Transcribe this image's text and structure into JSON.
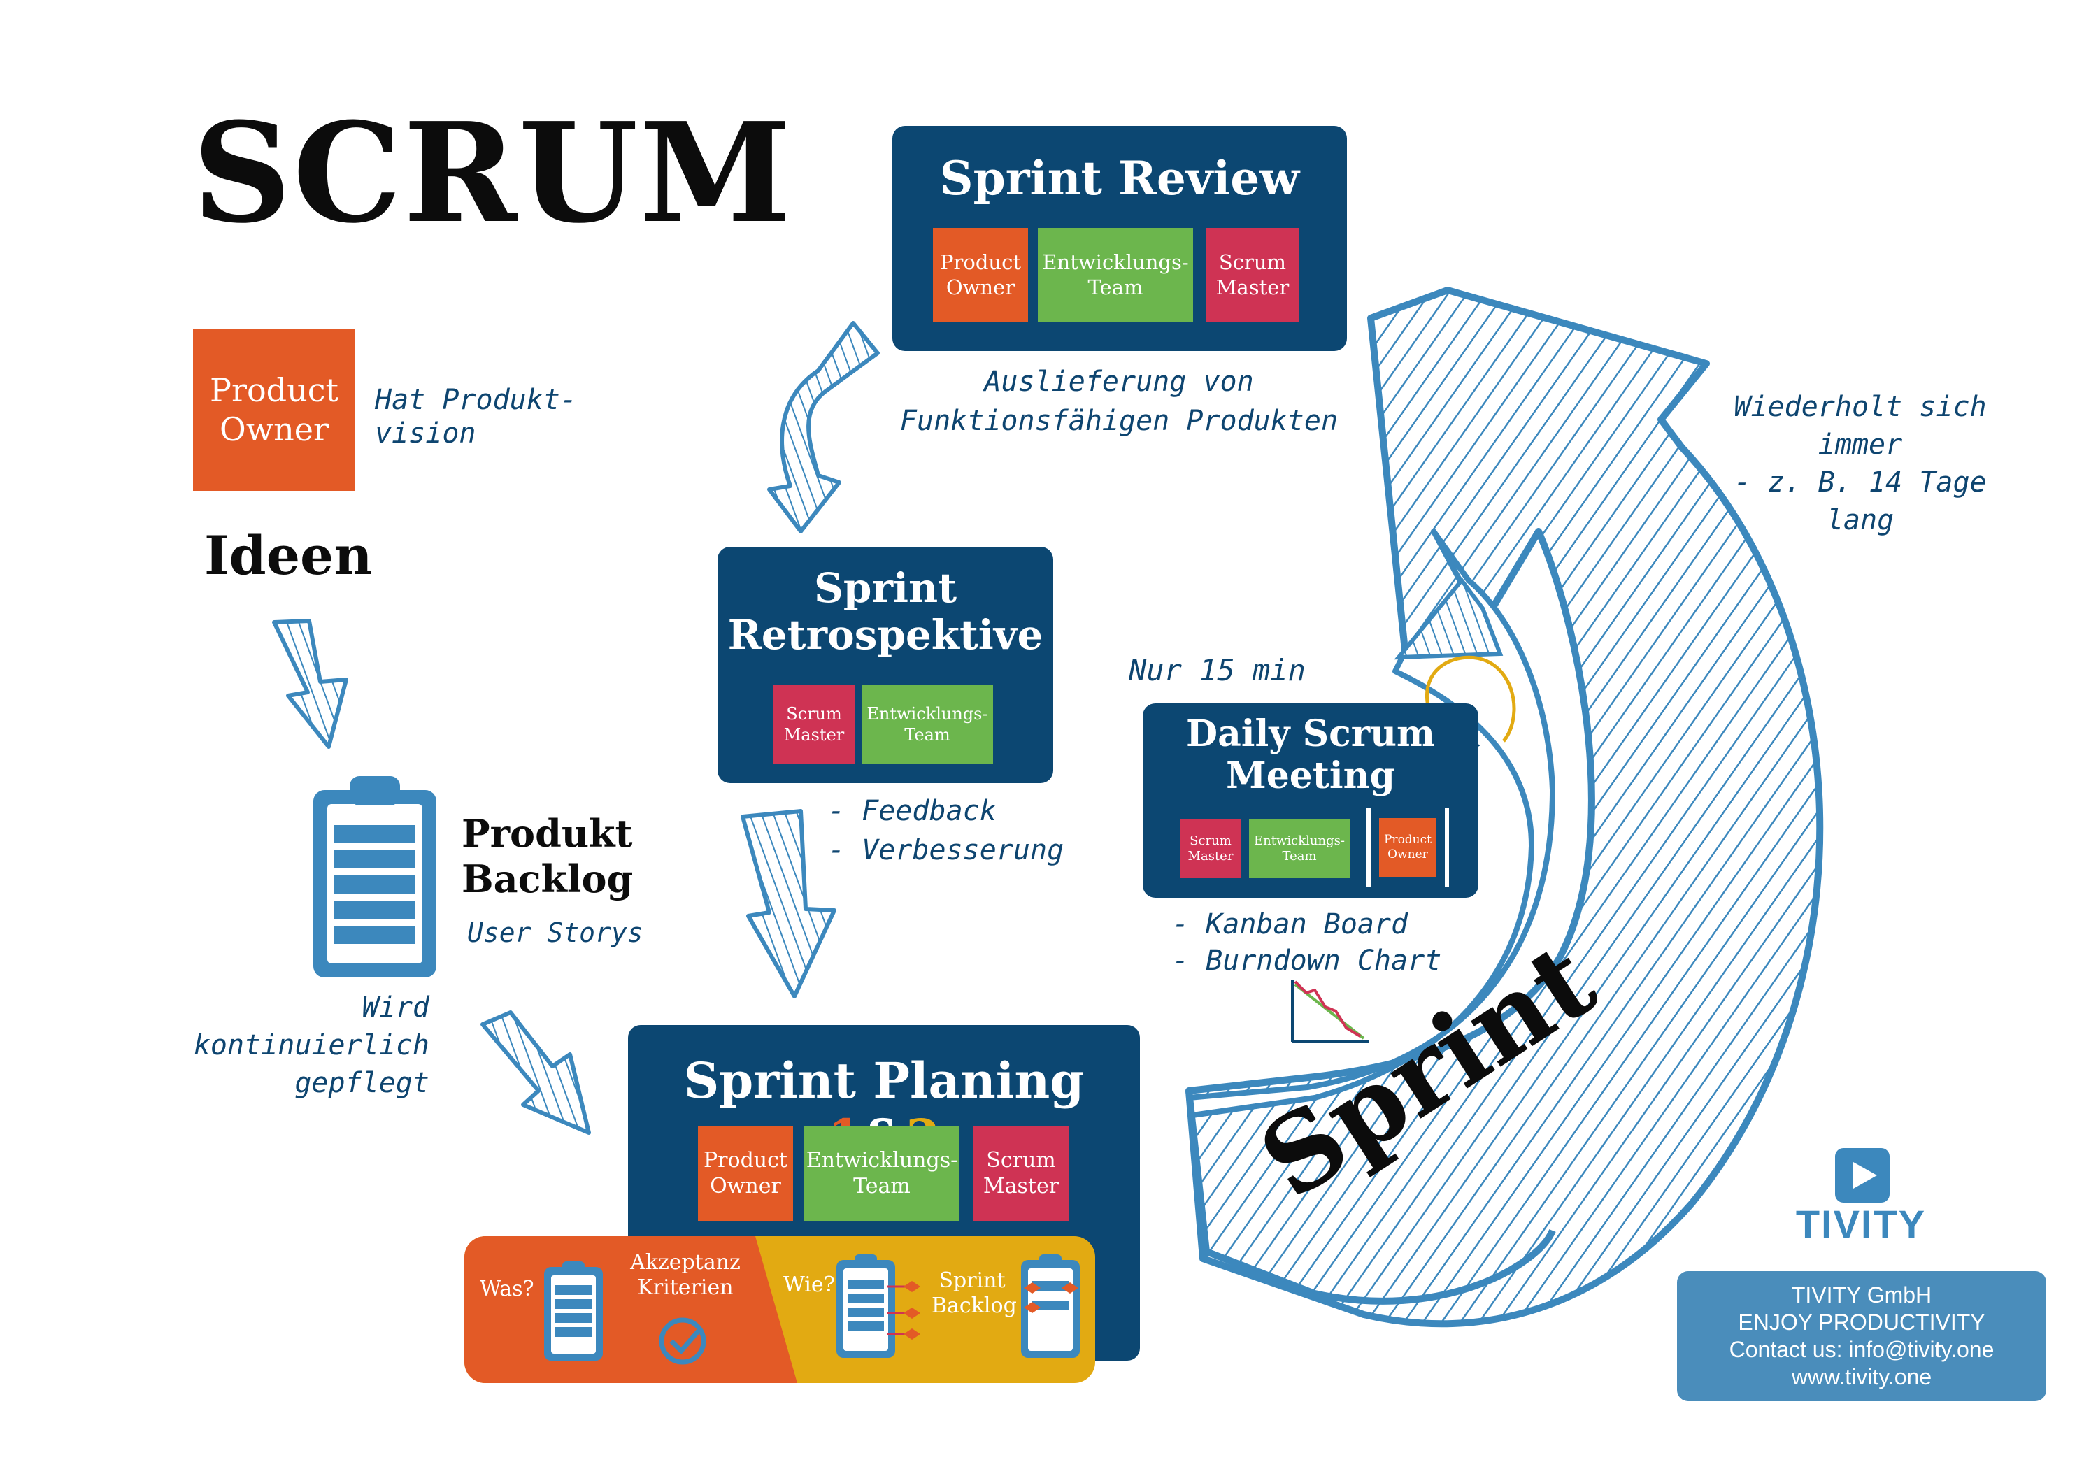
{
  "title": "SCRUM",
  "product_owner": {
    "label_line1": "Product",
    "label_line2": "Owner",
    "note_line1": "Hat Produkt-",
    "note_line2": "vision"
  },
  "ideas": "Ideen",
  "backlog": {
    "title_line1": "Produkt",
    "title_line2": "Backlog",
    "subtitle": "User Storys",
    "note_line1": "Wird kontinuierlich",
    "note_line2": "gepflegt"
  },
  "sprint_review": {
    "title": "Sprint Review",
    "roles": [
      {
        "line1": "Product",
        "line2": "Owner"
      },
      {
        "line1": "Entwicklungs-",
        "line2": "Team"
      },
      {
        "line1": "Scrum",
        "line2": "Master"
      }
    ],
    "note_line1": "Auslieferung von",
    "note_line2": "Funktionsfähigen Produkten"
  },
  "retro": {
    "title_line1": "Sprint",
    "title_line2": "Retrospektive",
    "roles": [
      {
        "line1": "Scrum",
        "line2": "Master"
      },
      {
        "line1": "Entwicklungs-",
        "line2": "Team"
      }
    ],
    "note_line1": "- Feedback",
    "note_line2": "- Verbesserung"
  },
  "daily": {
    "top_note": "Nur 15 min",
    "title_line1": "Daily Scrum",
    "title_line2": "Meeting",
    "roles": [
      {
        "line1": "Scrum",
        "line2": "Master"
      },
      {
        "line1": "Entwicklungs-",
        "line2": "Team"
      },
      {
        "line1": "Product",
        "line2": "Owner"
      }
    ],
    "note_line1": "- Kanban Board",
    "note_line2": "- Burndown Chart"
  },
  "planing": {
    "title_main": "Sprint Planing ",
    "title_num1": "1",
    "title_amp": "&",
    "title_num2": "2",
    "roles": [
      {
        "line1": "Product",
        "line2": "Owner"
      },
      {
        "line1": "Entwicklungs-",
        "line2": "Team"
      },
      {
        "line1": "Scrum",
        "line2": "Master"
      }
    ],
    "strip": {
      "was": "Was?",
      "akzeptanz_line1": "Akzeptanz",
      "akzeptanz_line2": "Kriterien",
      "wie": "Wie?",
      "sprint_backlog_line1": "Sprint",
      "sprint_backlog_line2": "Backlog"
    }
  },
  "cycle": {
    "label": "Sprint",
    "note_line1": "Wiederholt sich",
    "note_line2": "immer",
    "note_line3": "- z. B. 14 Tage lang"
  },
  "brand": {
    "name": "TIVITY",
    "company": "TIVITY GmbH",
    "tagline": "ENJOY PRODUCTIVITY",
    "contact": "Contact us: info@tivity.one",
    "website": "www.tivity.one"
  },
  "colors": {
    "navy": "#0c4772",
    "orange": "#e35a26",
    "green": "#6cb64d",
    "red": "#cf3354",
    "yellow": "#e2aa12",
    "arrow_blue": "#3c88bd"
  }
}
